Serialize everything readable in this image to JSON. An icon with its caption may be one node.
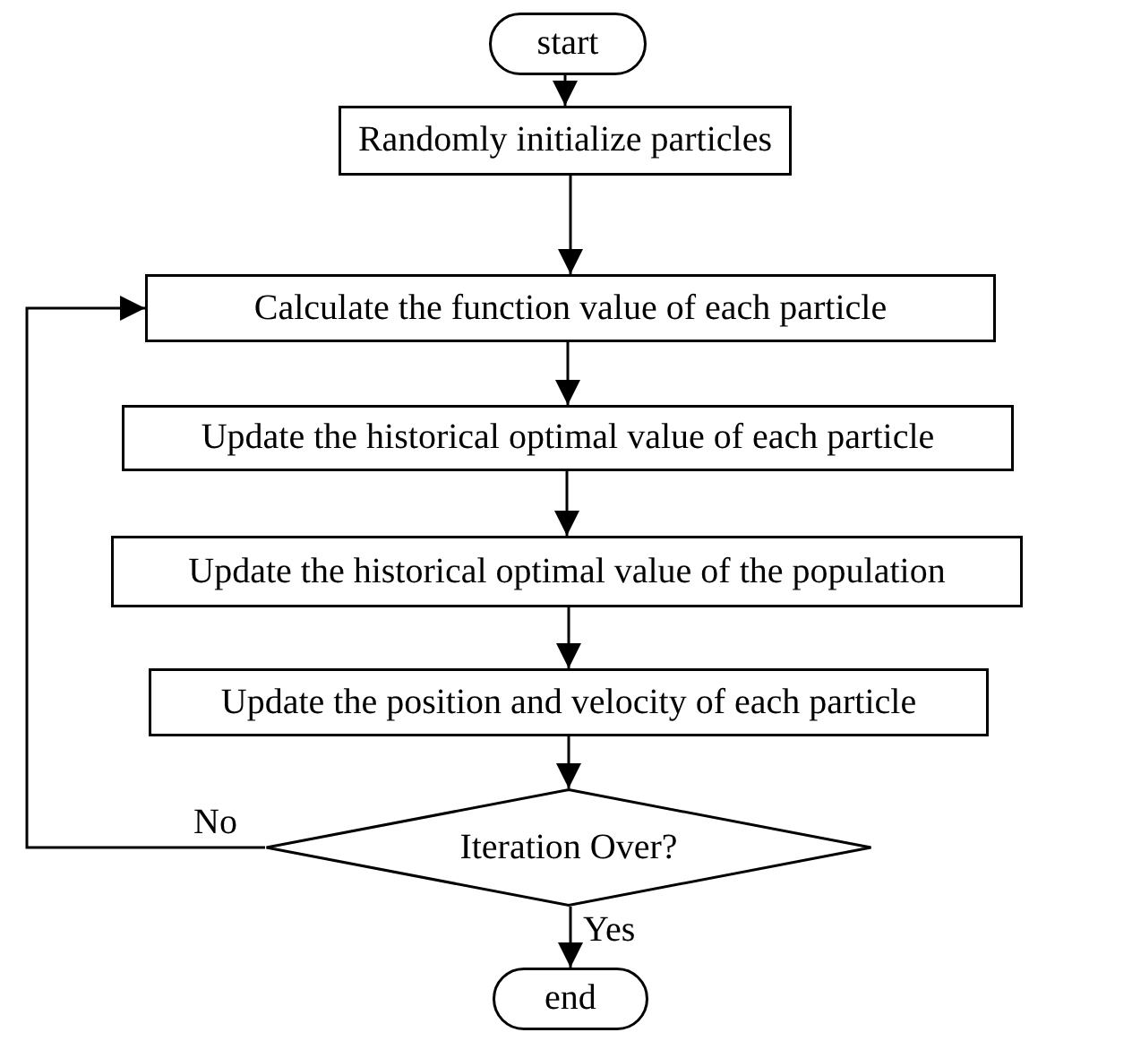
{
  "diagram": {
    "nodes": [
      {
        "text": [
          "start"
        ]
      },
      {
        "text": [
          "Randomly initialize particles"
        ]
      },
      {
        "text": [
          "Calculate the function value of each particle"
        ]
      },
      {
        "text": [
          "Update the historical optimal value of each particle"
        ]
      },
      {
        "text": [
          "Update the historical optimal value of the population"
        ]
      },
      {
        "text": [
          "Update the position and velocity of each particle"
        ]
      },
      {
        "text": [
          "Iteration Over?"
        ]
      },
      {
        "text": [
          "end"
        ]
      }
    ],
    "edges": [
      {
        "from": 0,
        "to": 1,
        "arrow": "to"
      },
      {
        "from": 1,
        "to": 2,
        "arrow": "to"
      },
      {
        "from": 2,
        "to": 3,
        "arrow": "to"
      },
      {
        "from": 3,
        "to": 4,
        "arrow": "to"
      },
      {
        "from": 4,
        "to": 5,
        "arrow": "to"
      },
      {
        "from": 5,
        "to": 6,
        "arrow": "to"
      },
      {
        "from": 6,
        "to": 7,
        "arrow": "to",
        "label": "Yes"
      },
      {
        "from": 6,
        "to": 2,
        "arrow": "to",
        "label": "No"
      }
    ]
  }
}
